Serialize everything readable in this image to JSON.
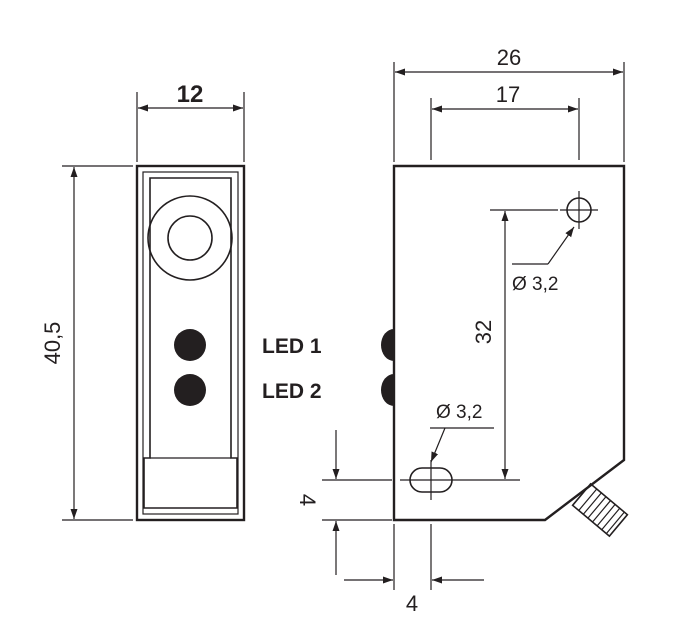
{
  "dimensions": {
    "front_width": "12",
    "front_height": "40,5",
    "side_width": "26",
    "hole_spacing_horizontal": "17",
    "hole_spacing_vertical": "32",
    "hole_diameter_top": "Ø 3,2",
    "hole_diameter_bottom": "Ø 3,2",
    "bottom_offset_vertical": "4",
    "bottom_offset_horizontal": "4"
  },
  "labels": {
    "led1": "LED 1",
    "led2": "LED 2"
  }
}
